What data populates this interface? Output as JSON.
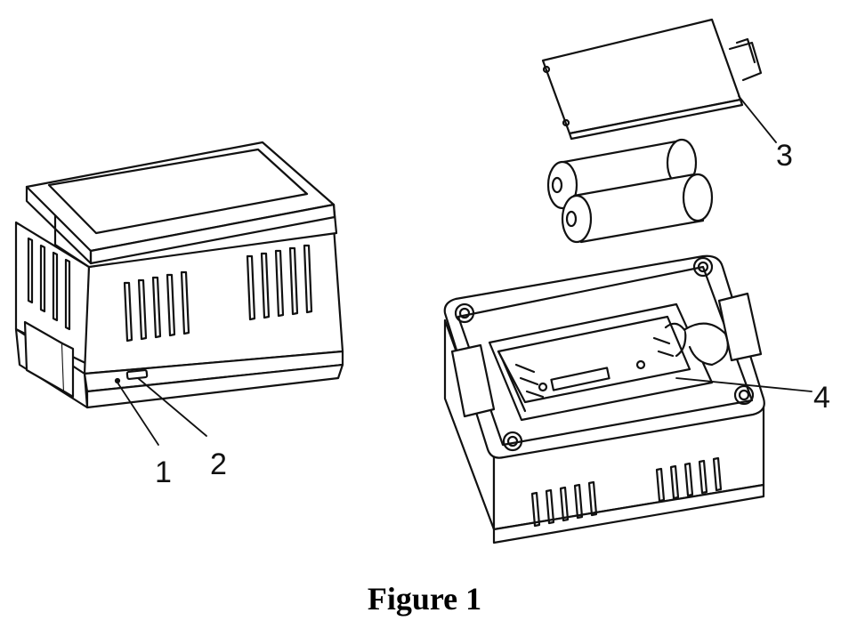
{
  "figure": {
    "caption": "Figure 1",
    "callouts": [
      {
        "id": "1",
        "label": "1"
      },
      {
        "id": "2",
        "label": "2"
      },
      {
        "id": "3",
        "label": "3"
      },
      {
        "id": "4",
        "label": "4"
      }
    ],
    "colors": {
      "ink": "#111111",
      "paper": "#ffffff"
    }
  }
}
